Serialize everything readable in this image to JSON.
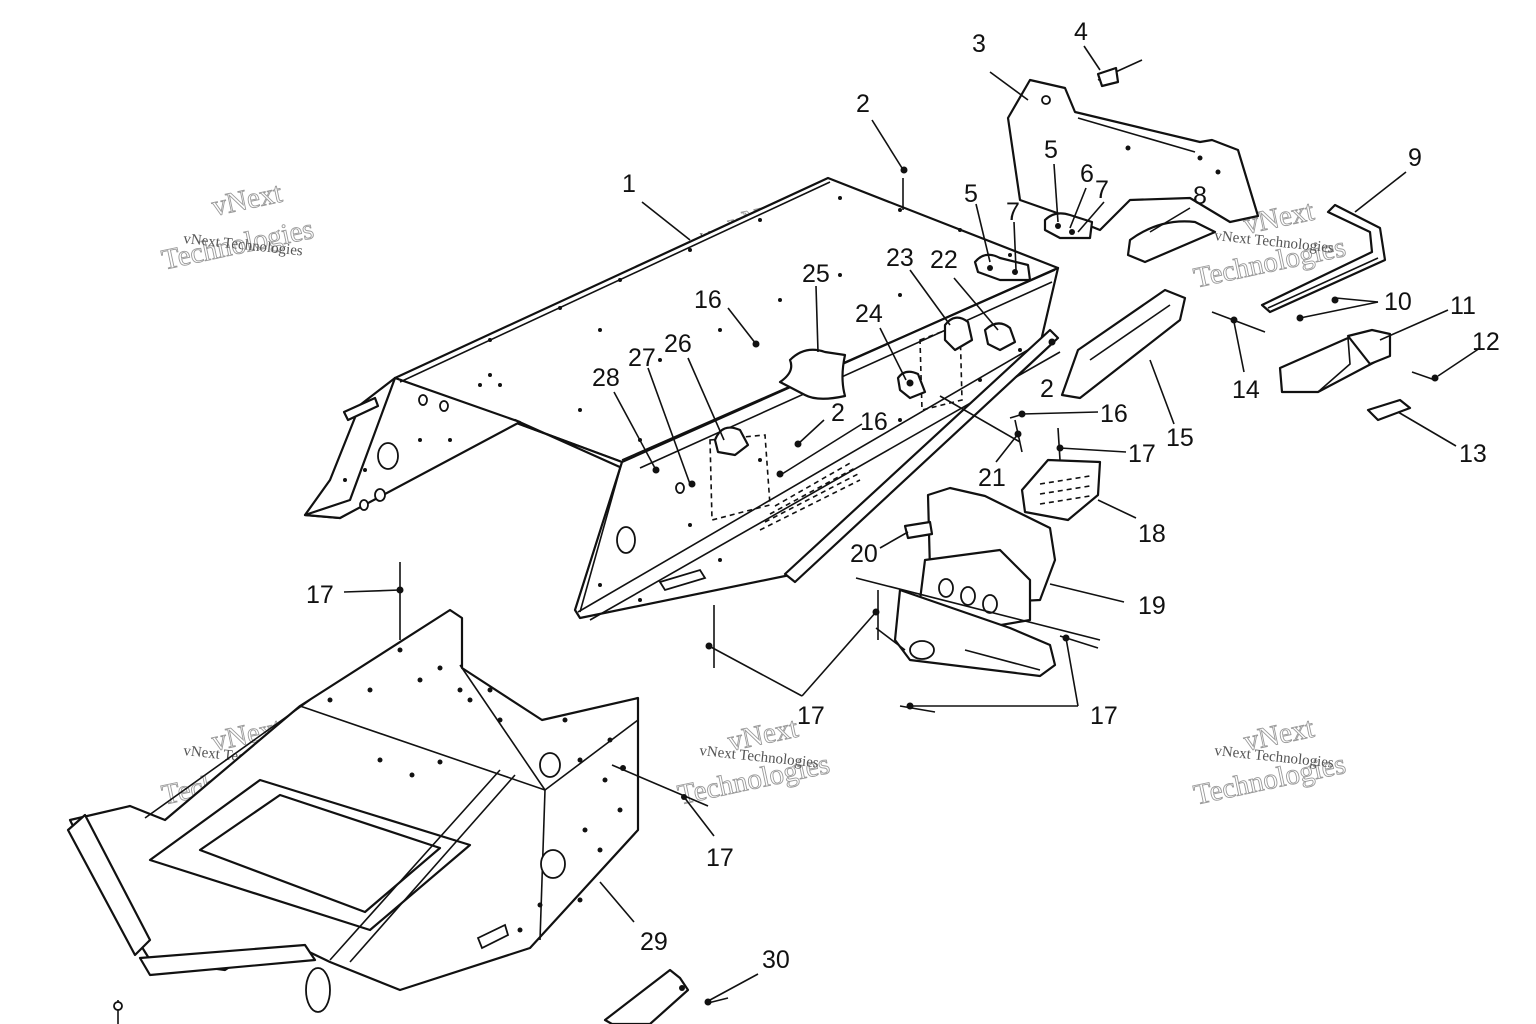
{
  "watermark": {
    "small_text": "vNext Technologies",
    "big_line1": "vNext",
    "big_line2": "Technologies"
  },
  "callouts": [
    "1",
    "2",
    "3",
    "4",
    "5",
    "6",
    "7",
    "8",
    "9",
    "10",
    "11",
    "12",
    "13",
    "14",
    "15",
    "16",
    "17",
    "18",
    "19",
    "20",
    "21",
    "22",
    "23",
    "24",
    "25",
    "26",
    "27",
    "28",
    "29",
    "30"
  ],
  "labels": {
    "l1": "1",
    "l2a": "2",
    "l2b": "2",
    "l2c": "2",
    "l3": "3",
    "l4": "4",
    "l5a": "5",
    "l5b": "5",
    "l6": "6",
    "l7a": "7",
    "l7b": "7",
    "l8": "8",
    "l9": "9",
    "l10": "10",
    "l11": "11",
    "l12": "12",
    "l13": "13",
    "l14": "14",
    "l15": "15",
    "l16a": "16",
    "l16b": "16",
    "l16c": "16",
    "l17a": "17",
    "l17b": "17",
    "l17c": "17",
    "l17d": "17",
    "l17e": "17",
    "l18": "18",
    "l19": "19",
    "l20": "20",
    "l21": "21",
    "l22": "22",
    "l23": "23",
    "l24": "24",
    "l25": "25",
    "l26": "26",
    "l27": "27",
    "l28": "28",
    "l29": "29",
    "l30": "30"
  }
}
